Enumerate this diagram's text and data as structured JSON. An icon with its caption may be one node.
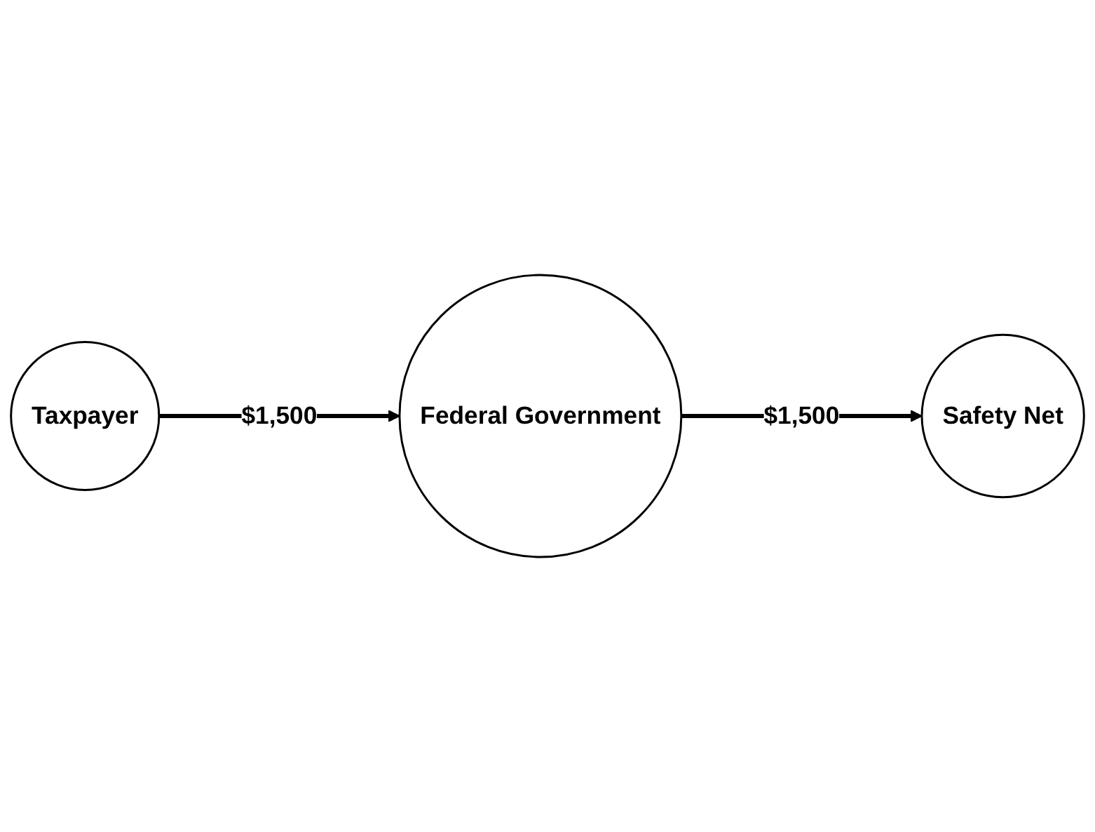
{
  "diagram": {
    "nodes": [
      {
        "text": [
          "Federal Government"
        ]
      },
      {
        "text": [
          "Taxpayer"
        ]
      },
      {
        "text": [
          "Safety Net"
        ]
      }
    ],
    "edges": [
      {
        "from": 1,
        "to": 0,
        "arrow": "to",
        "label": "$1,500"
      },
      {
        "from": 0,
        "to": 2,
        "arrow": "to",
        "label": "$1,500"
      }
    ]
  }
}
